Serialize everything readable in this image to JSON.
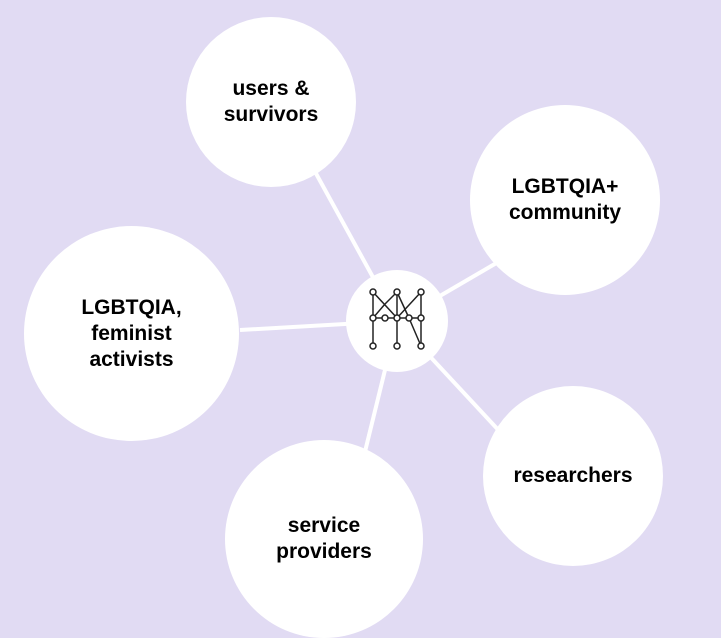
{
  "diagram": {
    "hub": {
      "icon": "network-logo-icon"
    },
    "nodes": [
      {
        "id": "users-survivors",
        "label": "users &\nsurvivors"
      },
      {
        "id": "lgbtqia-community",
        "label": "LGBTQIA+\ncommunity"
      },
      {
        "id": "lgbtqia-feminist-activists",
        "label": "LGBTQIA,\nfeminist\nactivists"
      },
      {
        "id": "researchers",
        "label": "researchers"
      },
      {
        "id": "service-providers",
        "label": "service\nproviders"
      }
    ],
    "colors": {
      "background": "#e1dbf3",
      "node_fill": "#ffffff",
      "connector": "#ffffff",
      "text": "#000000"
    }
  }
}
